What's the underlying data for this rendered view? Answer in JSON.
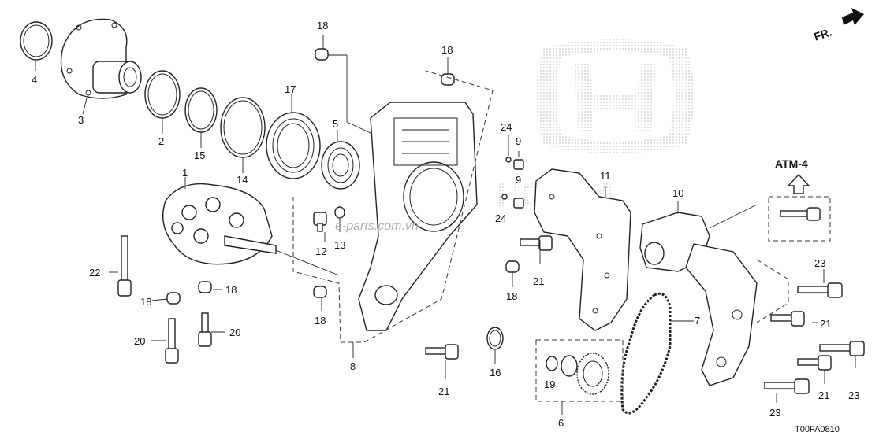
{
  "diagram": {
    "catalog_code": "T00FA0810",
    "direction_label": "FR.",
    "reference_label": "ATM-4",
    "watermark": "e-parts.com.vn",
    "callouts": {
      "c1": "1",
      "c2": "2",
      "c3": "3",
      "c4": "4",
      "c5": "5",
      "c6": "6",
      "c7": "7",
      "c8": "8",
      "c9a": "9",
      "c9b": "9",
      "c10": "10",
      "c11": "11",
      "c12": "12",
      "c13": "13",
      "c14": "14",
      "c15": "15",
      "c16": "16",
      "c17": "17",
      "c18a": "18",
      "c18b": "18",
      "c18c": "18",
      "c18d": "18",
      "c18e": "18",
      "c18f": "18",
      "c19": "19",
      "c20a": "20",
      "c20b": "20",
      "c21a": "21",
      "c21b": "21",
      "c21c": "21",
      "c21d": "21",
      "c22": "22",
      "c23a": "23",
      "c23b": "23",
      "c23c": "23",
      "c24a": "24",
      "c24b": "24"
    }
  }
}
